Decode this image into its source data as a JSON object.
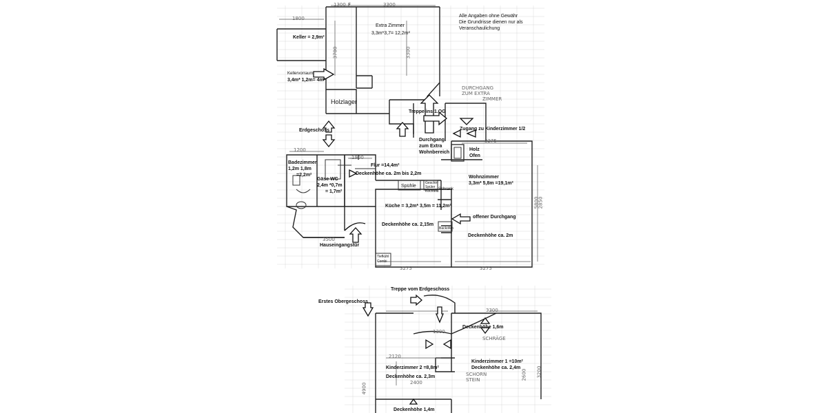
{
  "disclaimer": [
    "Alle Angaben ohne Gewähr",
    "Die Grundrisse dienen nur als",
    "Veranschaulichung"
  ],
  "ground_floor": {
    "keller": "Keller = 2,9m²",
    "extra_zimmer": [
      "Extra Zimmer",
      "3,3m*3,7= 12,2m²"
    ],
    "kellervorraum": [
      "Kellervorraum",
      "3,4m* 1,2m= 4m²"
    ],
    "holzlager": "Holzlager",
    "treppe_og": "Treppe ins 1.OG",
    "zugang": "Zugang zu Kinderzimmer 1/2",
    "erdgeschoss": "Erdgeschoss",
    "durchgang": [
      "Durchgang",
      "zum Extra",
      "Wohnbereich"
    ],
    "holz_ofen": [
      "Holz",
      "Ofen"
    ],
    "badezimmer": [
      "Badezimmer",
      "1,2m  1,8m",
      "=2,2m²"
    ],
    "gaeste_wc": [
      "Gäse WC",
      "2,4m  *0,7m",
      "= 1,7m²"
    ],
    "flur": "Flur =14,4m²",
    "flur_decke": "Deckenhöhe ca. 2m bis 2,2m",
    "wohnzimmer": [
      "Wohnzimmer",
      "3,3m* 5,8m =19,1m²"
    ],
    "spuele": "Spühle",
    "geschirr": [
      "Geschirr",
      "Spüler",
      "Kochfeld"
    ],
    "schrank": "Schrank",
    "kueche": "Küche = 3,2m* 3,5m = 11,2m²",
    "offener_durchgang": "offener Durchgang",
    "kueche_decke": "Deckenhöhe ca. 2,15m",
    "backofen": "Backofen",
    "wohn_decke": "Deckenhöhe ca. 2m",
    "hauseingang": "Hauseingangstür",
    "tiefkuehl": [
      "Tiefkühl",
      "Combi"
    ]
  },
  "first_floor": {
    "treppe_vom_eg": "Treppe vom Erdgeschoss",
    "erstes_og": "Erstes Obergeschoss",
    "decke_16": "Deckenhöhe 1,6m",
    "kinderzimmer1": [
      "Kinderzimmer 1  =10m²",
      "Deckenhöhe ca. 2,4m"
    ],
    "kinderzimmer2": [
      "Kinderzimmer 2  =8,8m²",
      "Deckenhöhe ca. 2,3m"
    ],
    "decke_14": "Deckenhöhe 1,4m"
  },
  "handwritten": {
    "dims": [
      "1300",
      "3300",
      "F",
      "1800",
      "3700",
      "3300",
      "1200",
      "1900",
      "3275",
      "5800",
      "3500",
      "3275",
      "3275",
      "4900",
      "2600",
      "3300",
      "2120",
      "1300",
      "2400",
      "2850",
      "3200"
    ],
    "notes": [
      "DURCHGANG",
      "ZUM EXTRA",
      "ZIMMER",
      "SCHRÄGE",
      "STEIN",
      "SCHORN"
    ]
  }
}
